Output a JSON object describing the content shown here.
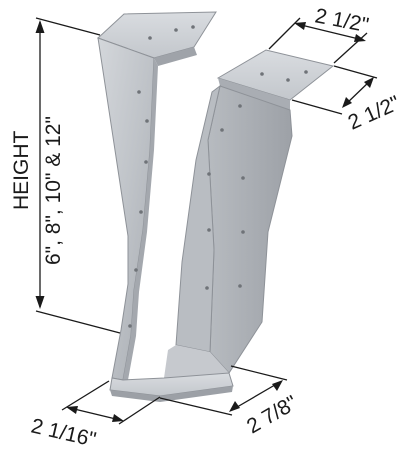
{
  "labels": {
    "height_title": "HEIGHT",
    "height_values": "6\", 8\", 10\" & 12\"",
    "top_width": "2 1/2\"",
    "top_depth": "2 1/2\"",
    "bottom_depth": "2 7/8\"",
    "bottom_width": "2 1/16\""
  },
  "colors": {
    "steel_light": "#c9ccd0",
    "steel_mid": "#b3b7bc",
    "steel_dark": "#9a9ea4",
    "line": "#1a1a1a"
  }
}
